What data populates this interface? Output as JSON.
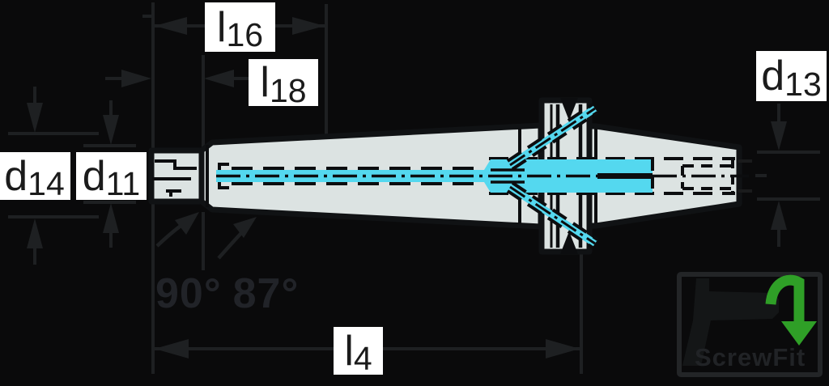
{
  "labels": {
    "l16": {
      "main": "l",
      "sub": "16"
    },
    "l18": {
      "main": "l",
      "sub": "18"
    },
    "d13": {
      "main": "d",
      "sub": "13"
    },
    "d14": {
      "main": "d",
      "sub": "14"
    },
    "d11": {
      "main": "d",
      "sub": "11"
    },
    "l4": {
      "main": "l",
      "sub": "4"
    }
  },
  "angles": {
    "face_angle": "90°",
    "taper_angle": "87°"
  },
  "logo": {
    "brand": "ScrewFit",
    "arrow_icon": "rotate-down-arrow"
  },
  "colors": {
    "background": "#0a0a0b",
    "dimension_line": "#1e2022",
    "body_fill": "#dce3e2",
    "body_outline": "#101214",
    "detail_line": "#0c0d0f",
    "coolant_highlight": "#54d8ef",
    "label_background": "#ffffff",
    "label_text": "#1b1b1b",
    "logo_green": "#2f9f27"
  }
}
